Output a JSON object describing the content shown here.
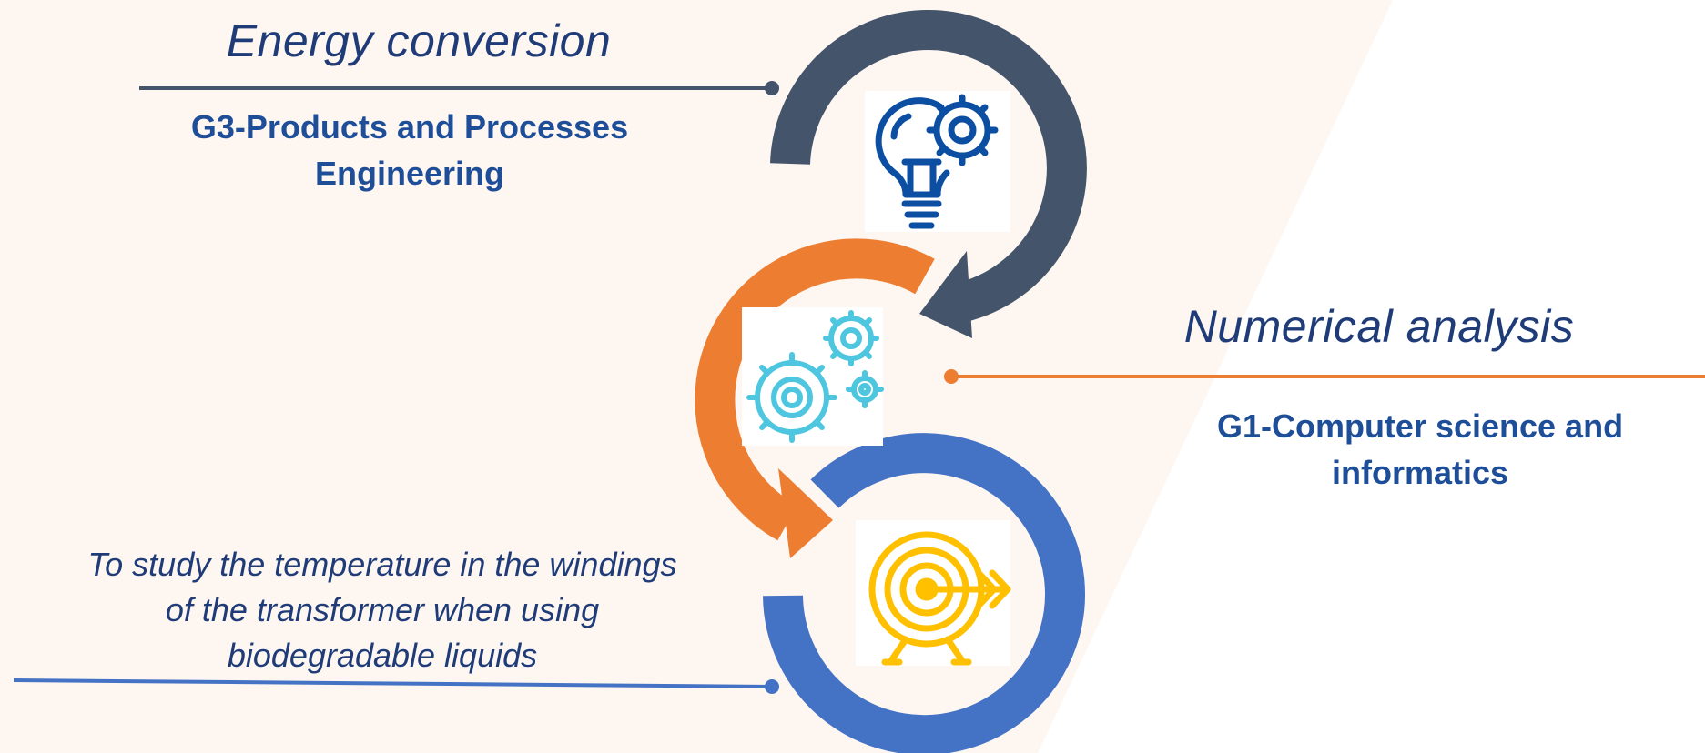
{
  "colors": {
    "background_left": "#fdf6f1",
    "background_right": "#ffffff",
    "dark_arc": "#44546a",
    "orange_arc": "#ed7d31",
    "blue_arc": "#4472c4",
    "heading_text": "#1f3c78",
    "group_text": "#1f4e99",
    "icon_bulb": "#0b4ea2",
    "icon_gears": "#4ec6e0",
    "icon_target": "#ffc000"
  },
  "items": [
    {
      "heading": "Energy conversion",
      "group_lines": [
        "G3-Products and Processes",
        "Engineering"
      ],
      "icon": "lightbulb-gear-icon"
    },
    {
      "heading": "Numerical analysis",
      "group_lines": [
        "G1-Computer science and",
        "informatics"
      ],
      "icon": "gears-icon"
    },
    {
      "objective_lines": [
        "To study the temperature in the windings",
        "of the transformer when using",
        "biodegradable liquids"
      ],
      "icon": "target-arrow-icon"
    }
  ]
}
